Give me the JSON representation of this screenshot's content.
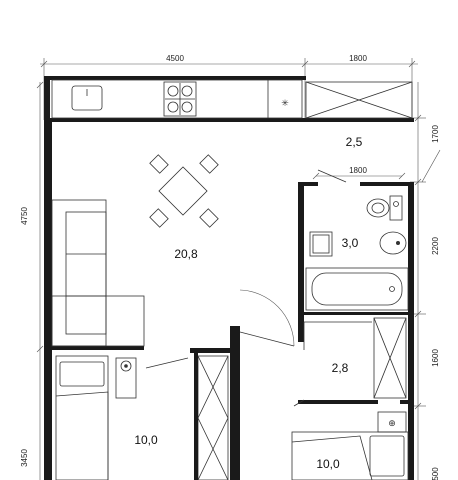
{
  "dimensions": {
    "top_kitchen": "4500",
    "top_storage": "1800",
    "right_upper": "1700",
    "bath_width": "1800",
    "right_bath": "2200",
    "right_corridor": "1600",
    "right_bedroom": "500",
    "left_living": "4750",
    "left_bedroom": "3450"
  },
  "areas": {
    "hall": "2,5",
    "living": "20,8",
    "bathroom": "3,0",
    "corridor": "2,8",
    "bedroom_left": "10,0",
    "bedroom_right": "10,0"
  }
}
